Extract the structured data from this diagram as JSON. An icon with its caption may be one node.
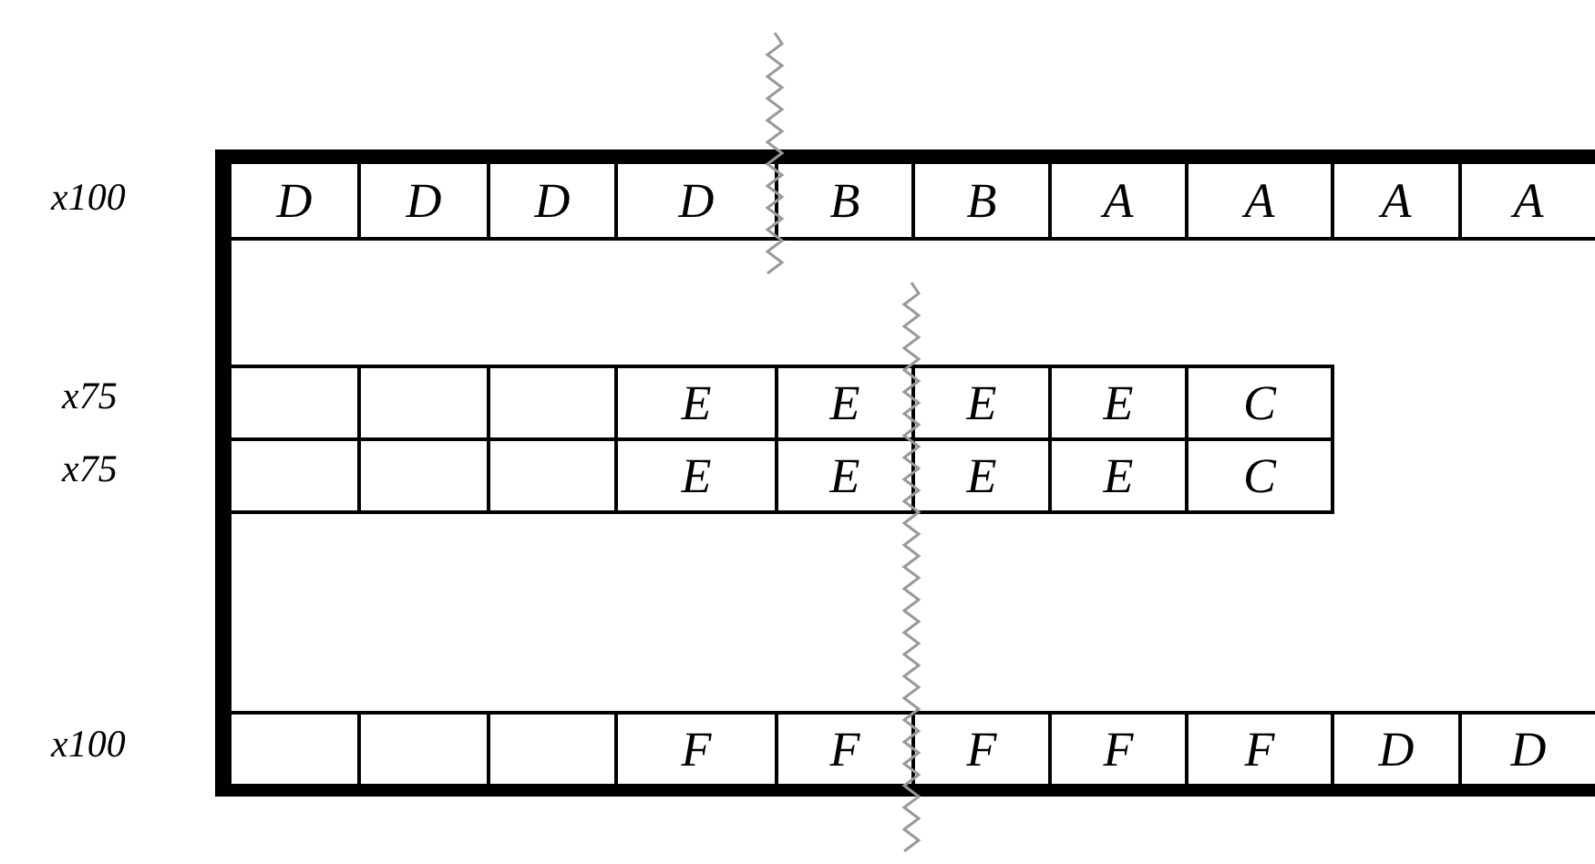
{
  "diagram": {
    "nodes": [
      {
        "text": [
          "D"
        ]
      },
      {
        "text": [
          "D"
        ]
      },
      {
        "text": [
          "D"
        ]
      },
      {
        "text": [
          "D"
        ]
      },
      {
        "text": [
          "B"
        ]
      },
      {
        "text": [
          "B"
        ]
      },
      {
        "text": [
          "A"
        ]
      },
      {
        "text": [
          "A"
        ]
      },
      {
        "text": [
          "A"
        ]
      },
      {
        "text": [
          "A"
        ]
      },
      {
        "text": [],
        "shape": "box"
      },
      {
        "text": [],
        "shape": "box"
      },
      {
        "text": [],
        "shape": "box"
      },
      {
        "text": [
          "E"
        ]
      },
      {
        "text": [
          "E"
        ]
      },
      {
        "text": [
          "E"
        ]
      },
      {
        "text": [
          "E"
        ]
      },
      {
        "text": [
          "C"
        ]
      },
      {
        "text": [],
        "shape": "box"
      },
      {
        "text": [],
        "shape": "box"
      },
      {
        "text": [],
        "shape": "box"
      },
      {
        "text": [
          "E"
        ]
      },
      {
        "text": [
          "E"
        ]
      },
      {
        "text": [
          "E"
        ]
      },
      {
        "text": [
          "E"
        ]
      },
      {
        "text": [
          "C"
        ]
      },
      {
        "text": [],
        "shape": "box"
      },
      {
        "text": [],
        "shape": "box"
      },
      {
        "text": [],
        "shape": "box"
      },
      {
        "text": [
          "F"
        ]
      },
      {
        "text": [
          "F"
        ]
      },
      {
        "text": [
          "F"
        ]
      },
      {
        "text": [
          "F"
        ]
      },
      {
        "text": [
          "F"
        ]
      },
      {
        "text": [
          "D"
        ]
      },
      {
        "text": [
          "D"
        ]
      }
    ],
    "labels": [
      "x100",
      "x75",
      "x75",
      "x100"
    ]
  }
}
